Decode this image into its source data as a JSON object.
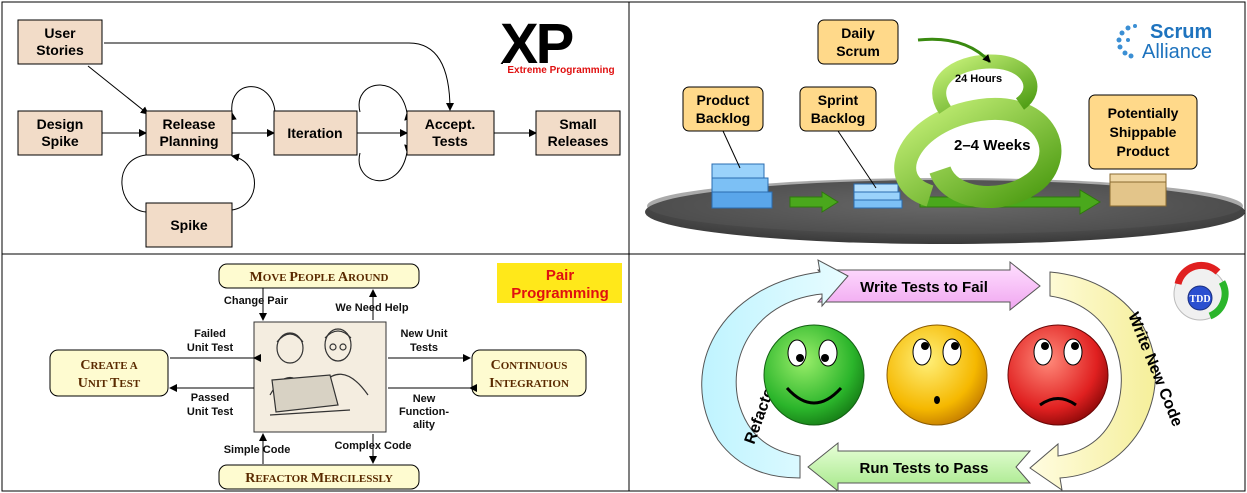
{
  "xp": {
    "logo_letters": "XP",
    "logo_caption": "Extreme Programming",
    "user_stories": [
      "User",
      "Stories"
    ],
    "design_spike": [
      "Design",
      "Spike"
    ],
    "release_planning": [
      "Release",
      "Planning"
    ],
    "iteration": "Iteration",
    "accept_tests": [
      "Accept.",
      "Tests"
    ],
    "small_releases": [
      "Small",
      "Releases"
    ],
    "spike": "Spike"
  },
  "scrum": {
    "logo_line1": "Scrum",
    "logo_line2": "Alliance",
    "daily_scrum": [
      "Daily",
      "Scrum"
    ],
    "hours": "24 Hours",
    "product_backlog": [
      "Product",
      "Backlog"
    ],
    "sprint_backlog": [
      "Sprint",
      "Backlog"
    ],
    "weeks": "2–4 Weeks",
    "shippable": [
      "Potentially",
      "Shippable",
      "Product"
    ]
  },
  "pair": {
    "badge": [
      "Pair",
      "Programming"
    ],
    "move_people": {
      "cap1": "M",
      "rest1": "OVE ",
      "cap2": "P",
      "rest2": "EOPLE ",
      "cap3": "A",
      "rest3": "ROUND"
    },
    "create_test": {
      "l1cap": "C",
      "l1rest": "REATE A",
      "l2cap1": "U",
      "l2rest1": "NIT ",
      "l2cap2": "T",
      "l2rest2": "EST"
    },
    "continuous": {
      "l1cap": "C",
      "l1rest": "ONTINUOUS",
      "l2cap": "I",
      "l2rest": "NTEGRATION"
    },
    "refactor": {
      "cap1": "R",
      "rest1": "EFACTOR ",
      "cap2": "M",
      "rest2": "ERCILESSLY"
    },
    "change_pair": "Change Pair",
    "we_need_help": "We Need Help",
    "failed_unit_test": [
      "Failed",
      "Unit Test"
    ],
    "passed_unit_test": [
      "Passed",
      "Unit Test"
    ],
    "new_unit_tests": [
      "New Unit",
      "Tests"
    ],
    "new_functionality": [
      "New",
      "Function-",
      "ality"
    ],
    "simple_code": "Simple Code",
    "complex_code": "Complex Code"
  },
  "tdd": {
    "badge": "TDD",
    "write_fail": "Write Tests to Fail",
    "write_code": "Write New Code",
    "run_pass": "Run Tests to Pass",
    "refactor": "Refactor Code"
  },
  "colors": {
    "xp_box": "#f2dcc8",
    "pair_box": "#fefbd0",
    "callout": "#ffd98a",
    "green_face": "#2bb52b",
    "yellow_face": "#f5b800",
    "red_face": "#e02020"
  }
}
